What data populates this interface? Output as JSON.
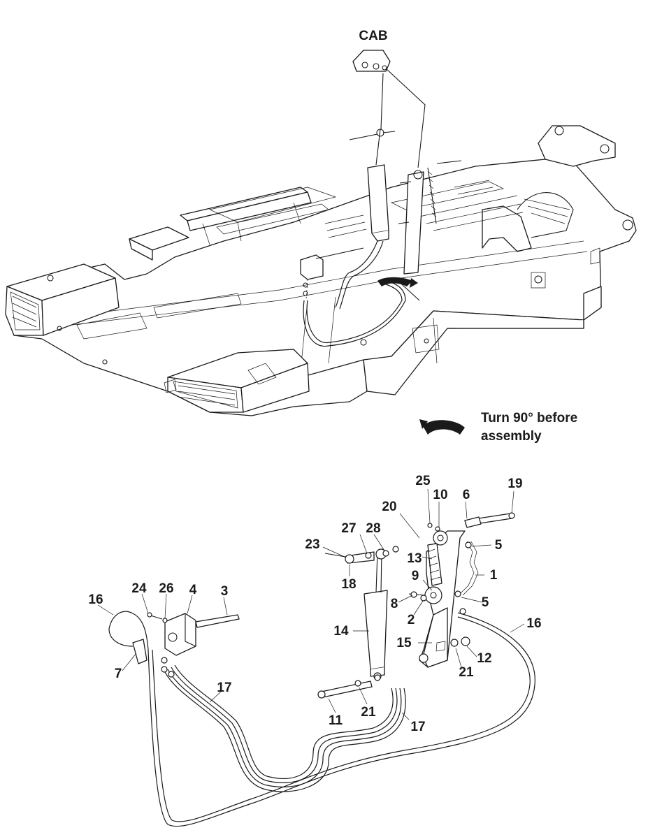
{
  "top_label": "CAB",
  "note": {
    "line1": "Turn 90° before",
    "line2": "assembly"
  },
  "part_numbers": [
    "25",
    "10",
    "6",
    "19",
    "20",
    "27",
    "28",
    "23",
    "5",
    "13",
    "1",
    "18",
    "9",
    "24",
    "26",
    "4",
    "3",
    "16",
    "8",
    "5",
    "2",
    "16",
    "14",
    "15",
    "12",
    "7",
    "21",
    "17",
    "21",
    "11",
    "17"
  ]
}
